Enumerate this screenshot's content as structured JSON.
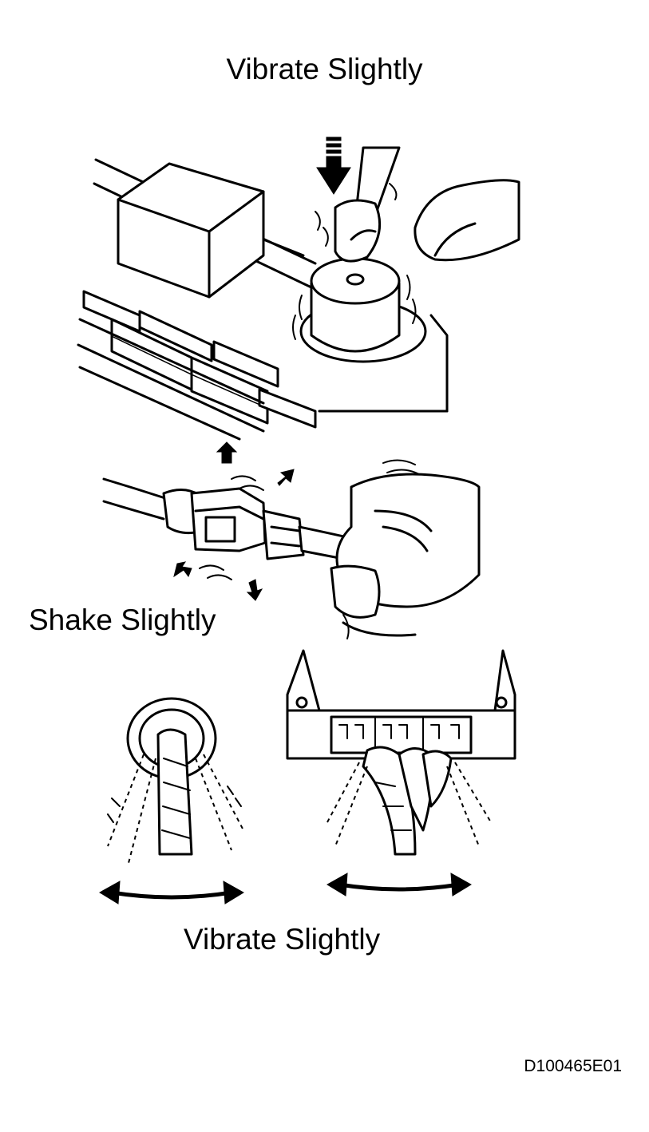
{
  "labels": {
    "top": "Vibrate Slightly",
    "middle": "Shake Slightly",
    "bottom": "Vibrate Slightly",
    "figure_code": "D100465E01"
  }
}
